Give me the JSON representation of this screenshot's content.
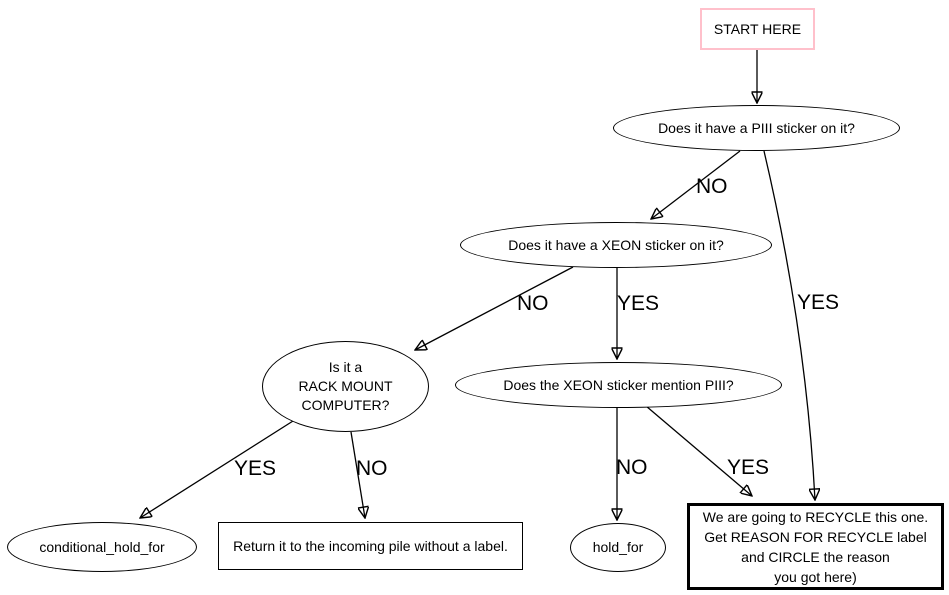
{
  "diagram": {
    "background": "#ffffff",
    "colors": {
      "start_border": "#ffc0cb",
      "node_border": "#000000",
      "node_fill": "#ffffff",
      "text": "#000000",
      "edge": "#000000"
    },
    "nodes": {
      "start": {
        "label": "START HERE"
      },
      "piii_question": {
        "label": "Does it have a PIII sticker on it?"
      },
      "xeon_question": {
        "label": "Does it have a XEON sticker on it?"
      },
      "rack_question": {
        "lines": [
          "Is it a",
          "RACK MOUNT",
          "COMPUTER?"
        ]
      },
      "mention_question": {
        "label": "Does the XEON sticker mention PIII?"
      },
      "conditional_hold_for": {
        "label": "conditional_hold_for"
      },
      "return_pile": {
        "label": "Return it to the incoming pile without a label."
      },
      "hold_for": {
        "label": "hold_for"
      },
      "recycle": {
        "lines": [
          "We are going to RECYCLE this one.",
          "Get REASON FOR RECYCLE label",
          "and CIRCLE the reason",
          "you got here)"
        ]
      }
    },
    "edge_labels": {
      "piii_to_xeon": "NO",
      "piii_to_recycle": "YES",
      "xeon_to_rack": "NO",
      "xeon_to_mention": "YES",
      "rack_to_conditional": "YES",
      "rack_to_return": "NO",
      "mention_to_hold": "NO",
      "mention_to_recycle": "YES"
    }
  }
}
